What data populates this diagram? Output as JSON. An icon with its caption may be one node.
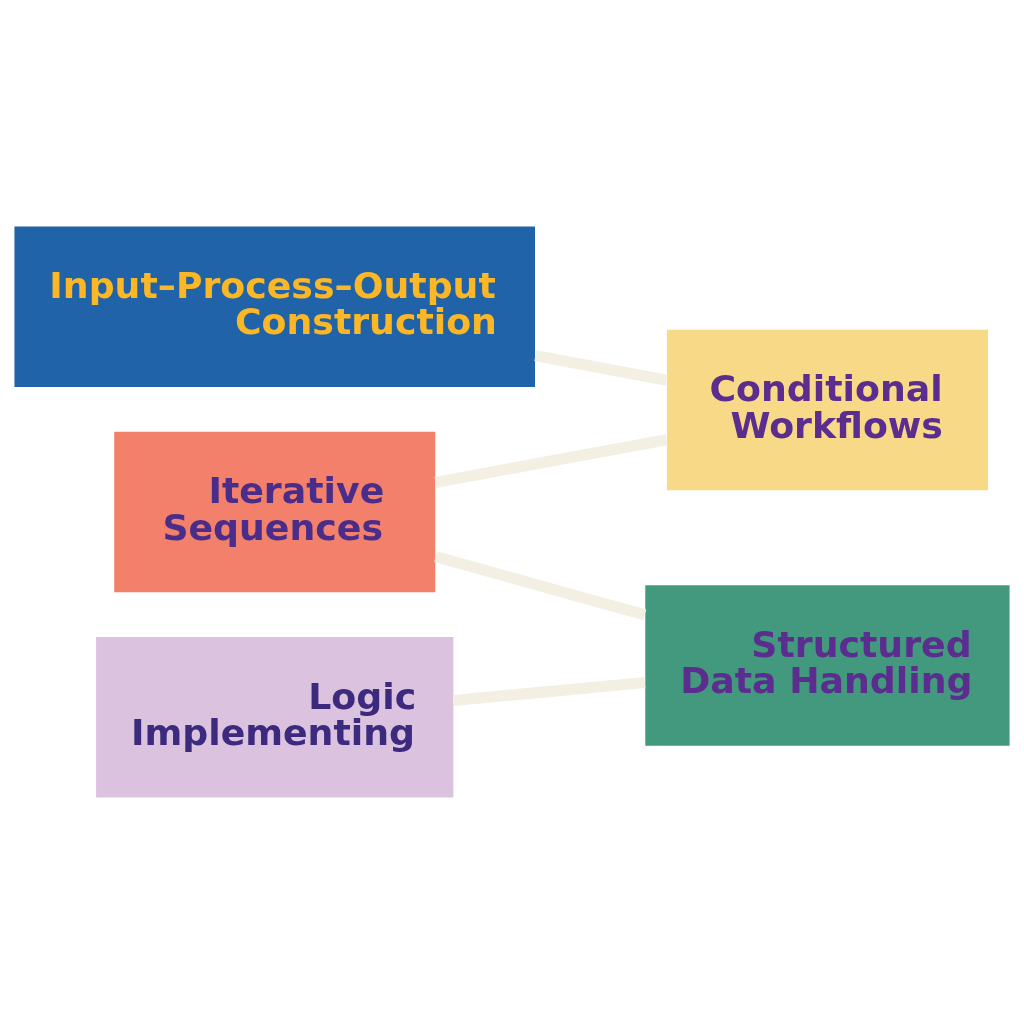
{
  "diagram": {
    "nodes": [
      {
        "text": [
          "Input–Process–Output Construction"
        ]
      },
      {
        "text": [
          "Conditional Workflows"
        ]
      },
      {
        "text": [
          "Iterative Sequences"
        ]
      },
      {
        "text": [
          "Structured Data Handling"
        ]
      },
      {
        "text": [
          "Logic Implementing"
        ]
      }
    ],
    "edges": [
      {
        "from": 0,
        "to": 1,
        "arrow": "none"
      },
      {
        "from": 2,
        "to": 1,
        "arrow": "none"
      },
      {
        "from": 2,
        "to": 3,
        "arrow": "none"
      },
      {
        "from": 4,
        "to": 3,
        "arrow": "none"
      }
    ]
  }
}
